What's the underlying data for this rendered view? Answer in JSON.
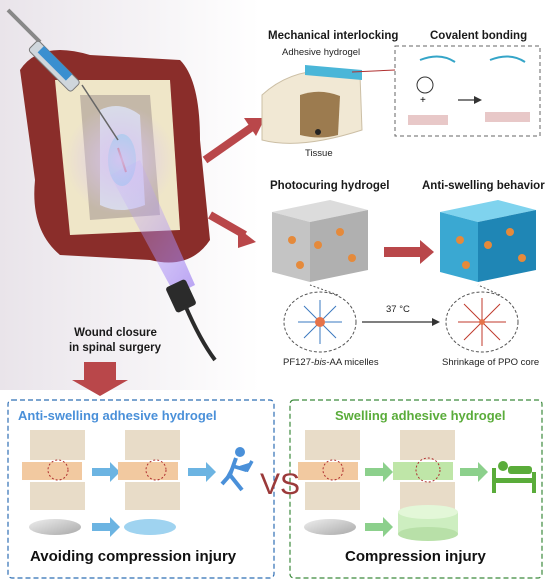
{
  "top_labels": {
    "mechanical_interlocking": "Mechanical interlocking",
    "covalent_bonding": "Covalent bonding",
    "adhesive_hydrogel": "Adhesive hydrogel",
    "tissue": "Tissue",
    "photocuring_hydrogel": "Photocuring hydrogel",
    "anti_swelling_behavior": "Anti-swelling behavior",
    "micelles_prefix": "PF127-",
    "micelles_italic": "bis",
    "micelles_suffix": "-AA micelles",
    "temperature": "37 °C",
    "shrinkage": "Shrinkage of PPO core",
    "wound_closure_line1": "Wound closure",
    "wound_closure_line2": "in spinal surgery"
  },
  "left_panel": {
    "title": "Anti-swelling adhesive hydrogel",
    "bottom_label": "Avoiding compression injury",
    "border_color": "#2f6fb5",
    "title_color": "#4a90d9"
  },
  "right_panel": {
    "title": "Swelling adhesive hydrogel",
    "bottom_label": "Compression injury",
    "border_color": "#3c8a3c",
    "title_color": "#5aac3a"
  },
  "vs_label": "VS",
  "colors": {
    "arrow_red": "#b9474a",
    "hydrogel_blue": "#4ab6d8",
    "tissue_beige": "#e8dcc8"
  }
}
